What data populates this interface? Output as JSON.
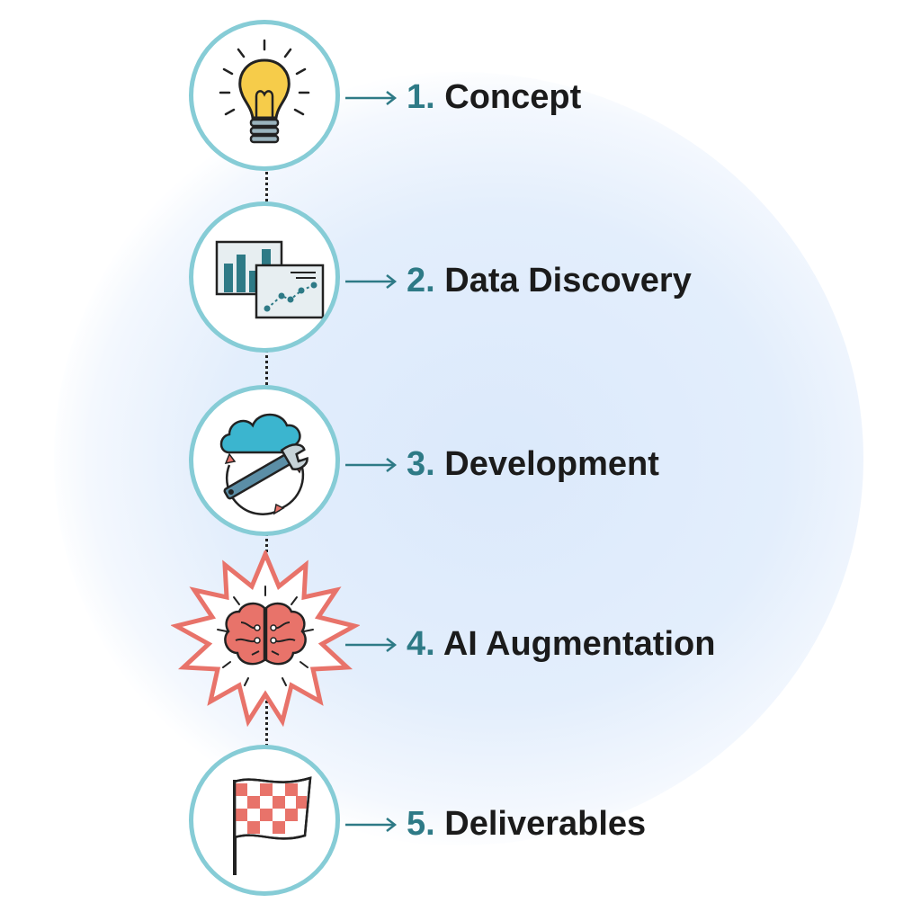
{
  "steps": [
    {
      "number": "1.",
      "title": "Concept",
      "icon": "lightbulb-icon"
    },
    {
      "number": "2.",
      "title": "Data Discovery",
      "icon": "data-charts-icon"
    },
    {
      "number": "3.",
      "title": "Development",
      "icon": "cloud-wrench-icon"
    },
    {
      "number": "4.",
      "title": "AI Augmentation",
      "icon": "brain-icon"
    },
    {
      "number": "5.",
      "title": "Deliverables",
      "icon": "checkered-flag-icon"
    }
  ],
  "colors": {
    "circle_border": "#86ccd6",
    "step_number": "#2e7a86",
    "accent_red": "#e8736a",
    "accent_teal": "#2e7a86",
    "bulb_yellow": "#f6cc4a"
  }
}
